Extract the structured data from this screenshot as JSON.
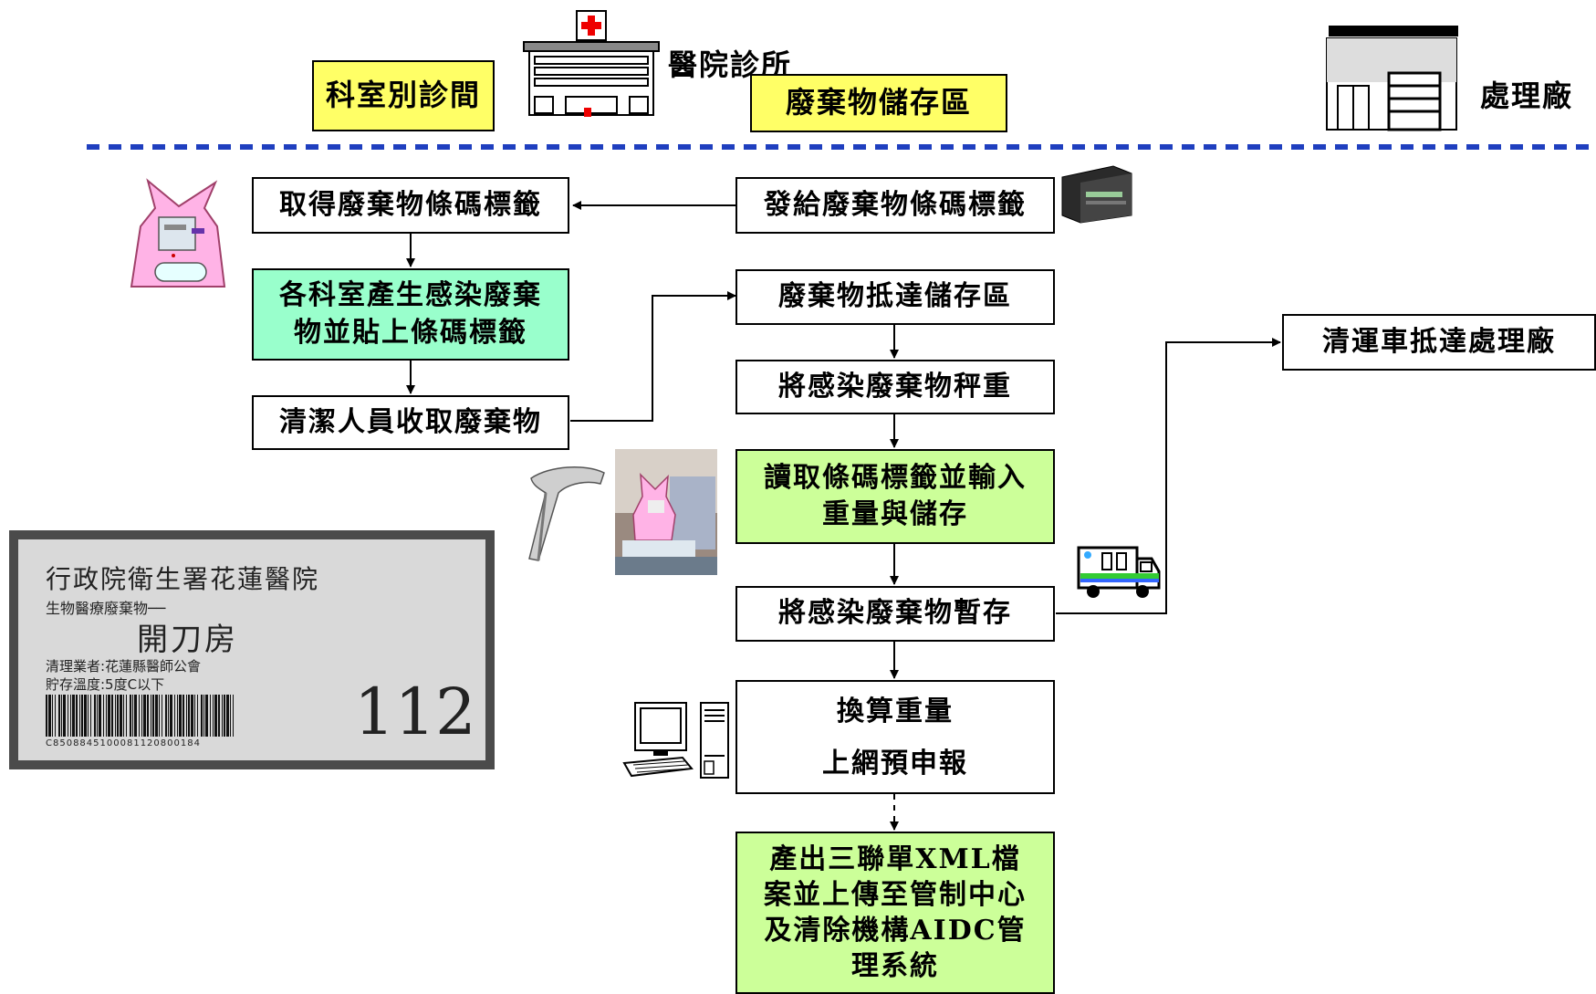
{
  "header": {
    "dept": "科室別診間",
    "hospital": "醫院診所",
    "storage": "廢棄物儲存區",
    "plant": "處理廠"
  },
  "steps": {
    "get_label": "取得廢棄物條碼標籤",
    "issue_label": "發給廢棄物條碼標籤",
    "generate": "各科室產生感染廢棄\n物並貼上條碼標籤",
    "collect": "清潔人員收取廢棄物",
    "arrive_storage": "廢棄物抵達儲存區",
    "weigh": "將感染廢棄物秤重",
    "read_barcode": "讀取條碼標籤並輸入\n重量與儲存",
    "temp_store": "將感染廢棄物暫存",
    "calc_line1": "換算重量",
    "calc_line2": "上網預申報",
    "output": "產出三聯單XML檔\n案並上傳至管制中心\n及清除機構AIDC管\n理系統",
    "truck_arrive": "清運車抵達處理廠"
  },
  "label_card": {
    "line1": "行政院衛生署花蓮醫院",
    "line2": "生物醫療廢棄物──",
    "line3": "開刀房",
    "line4": "清理業者:花蓮縣醫師公會",
    "line5": "貯存溫度:5度C以下",
    "number": "112",
    "code": "C8508845100081120800184"
  },
  "colors": {
    "green": "#99ffcc",
    "lime": "#ccff99",
    "yellow": "#ffff66",
    "divider": "#1f3fbf"
  },
  "icons": [
    "hospital-icon",
    "factory-icon",
    "waste-bag-icon",
    "printer-icon",
    "barcode-scanner-icon",
    "computer-icon",
    "truck-icon"
  ]
}
